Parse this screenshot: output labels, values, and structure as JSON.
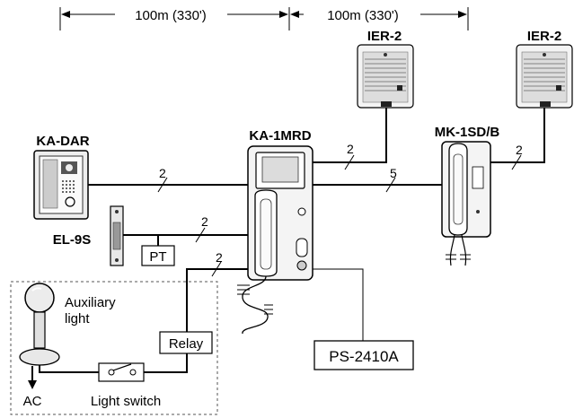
{
  "dimensions": {
    "left": "100m (330')",
    "right": "100m (330')"
  },
  "devices": {
    "ier2_left": "IER-2",
    "ier2_right": "IER-2",
    "ka_dar": "KA-DAR",
    "ka_1mrd": "KA-1MRD",
    "mk_1sdb": "MK-1SD/B",
    "el_9s": "EL-9S",
    "pt": "PT",
    "relay": "Relay",
    "ps_2410a": "PS-2410A"
  },
  "auxiliary": {
    "line1": "Auxiliary",
    "line2": "light",
    "light_switch": "Light switch",
    "ac": "AC"
  },
  "wire_counts": {
    "ka_dar_to_master": "2",
    "ier_left_to_master": "2",
    "master_to_mk": "5",
    "ier_right_to_mk": "2",
    "el9s_line": "2",
    "relay_line": "2"
  }
}
